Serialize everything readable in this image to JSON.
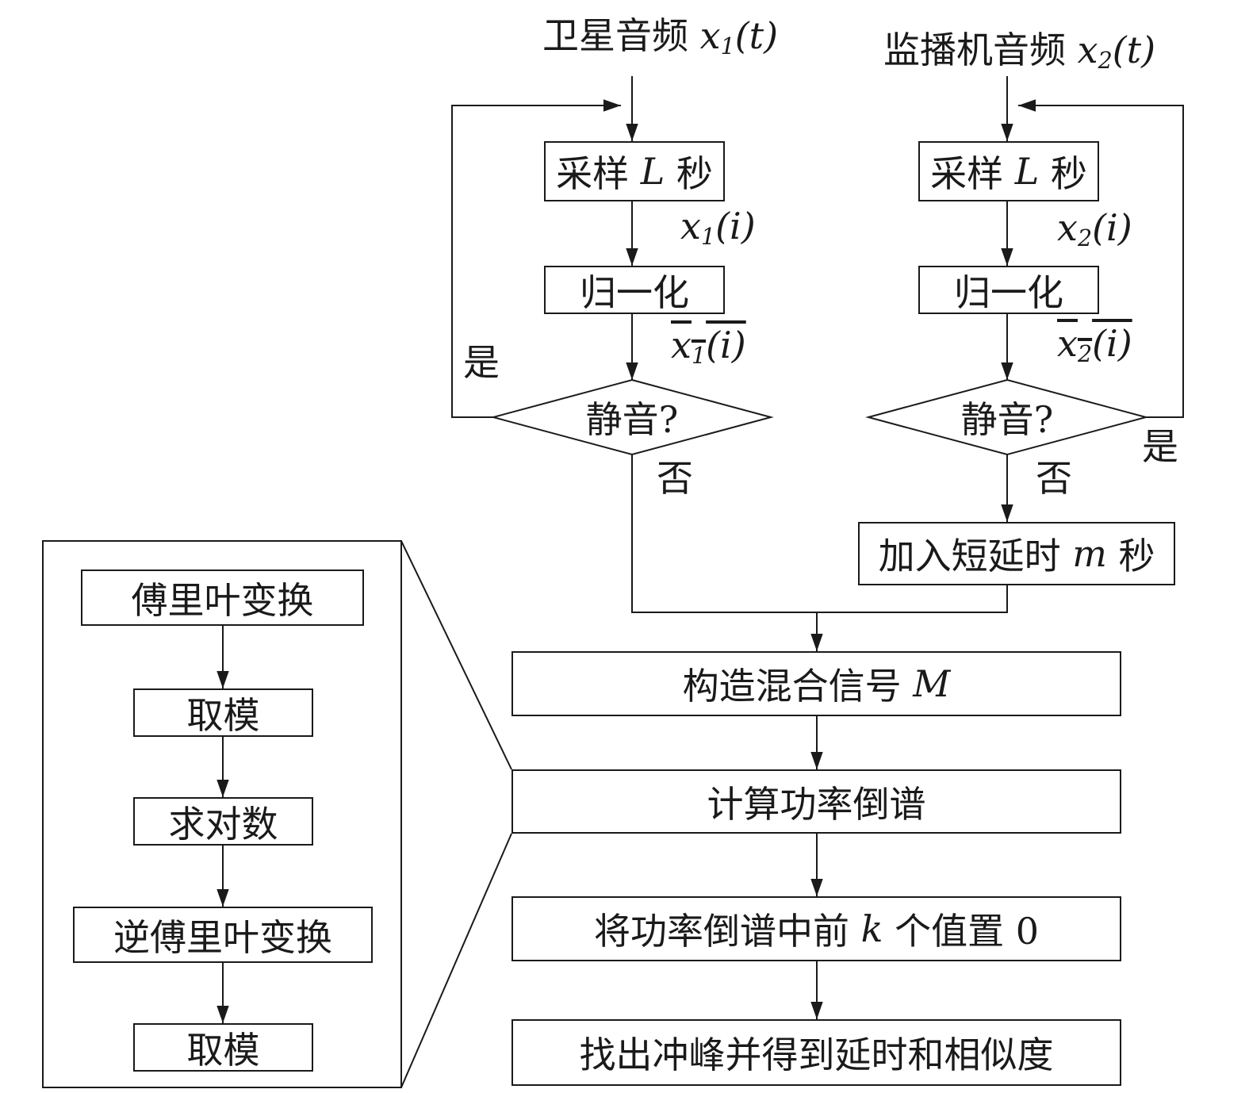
{
  "inputs": {
    "satellite_audio": "卫星音频",
    "satellite_signal": "x1(t)",
    "monitor_audio": "监播机音频",
    "monitor_signal": "x2(t)"
  },
  "left_branch": {
    "sample": "采样",
    "sample_var": "L",
    "sample_unit": "秒",
    "sampled_signal": "x1(i)",
    "normalize": "归一化",
    "normalized_signal": "x1(i)",
    "silence_check": "静音?",
    "yes": "是",
    "no": "否"
  },
  "right_branch": {
    "sample": "采样",
    "sample_var": "L",
    "sample_unit": "秒",
    "sampled_signal": "x2(i)",
    "normalize": "归一化",
    "normalized_signal": "x2(i)",
    "silence_check": "静音?",
    "yes": "是",
    "no": "否",
    "add_delay": "加入短延时",
    "delay_var": "m",
    "delay_unit": "秒"
  },
  "main": {
    "construct_prefix": "构造混合信号",
    "construct_var": "M",
    "compute_cepstrum": "计算功率倒谱",
    "zero_prefix": "将功率倒谱中前",
    "zero_var": "k",
    "zero_suffix": "个值置 0",
    "find_peak": "找出冲峰并得到延时和相似度"
  },
  "detail": {
    "fft": "傅里叶变换",
    "modulus_1": "取模",
    "log": "求对数",
    "ifft": "逆傅里叶变换",
    "modulus_2": "取模"
  }
}
